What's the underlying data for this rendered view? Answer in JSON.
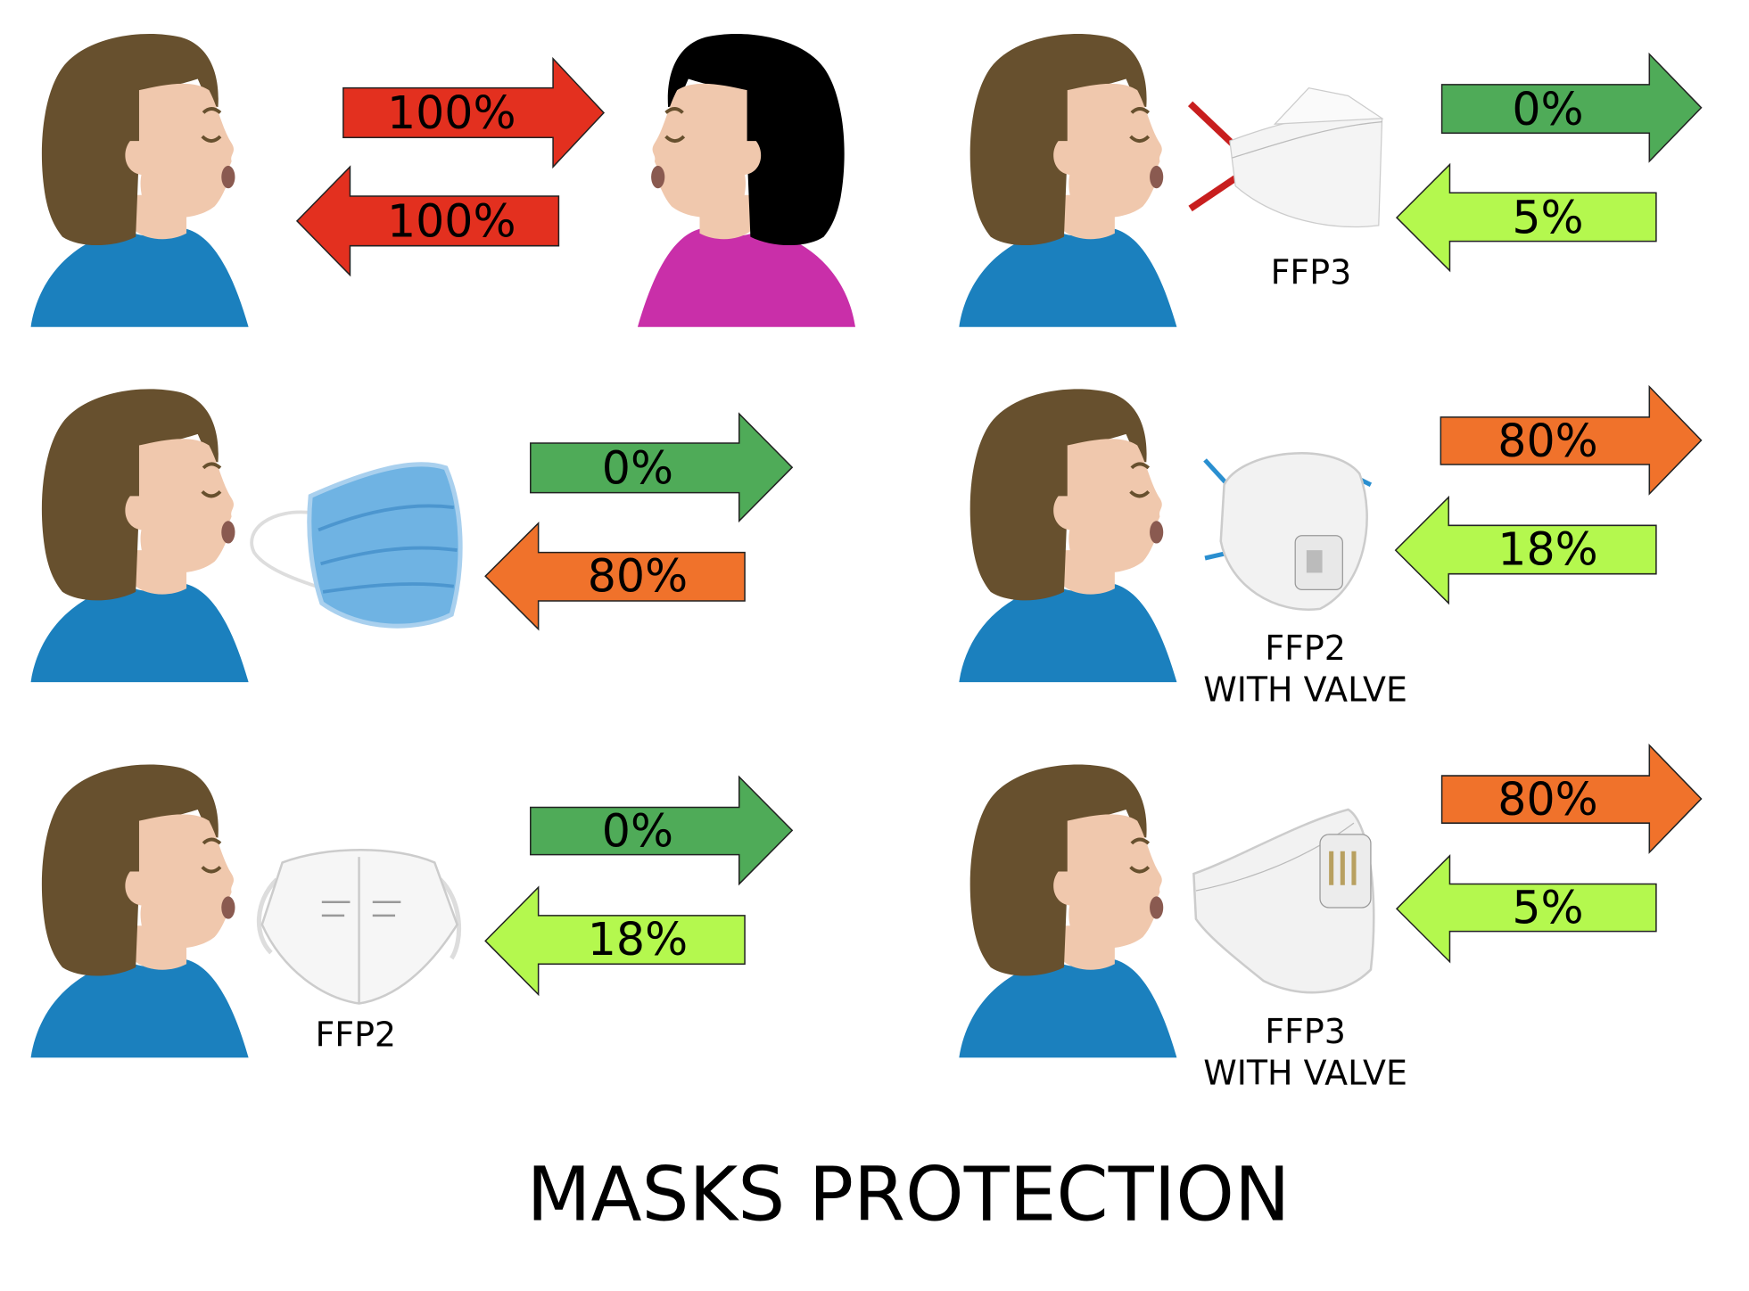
{
  "title": "MASKS PROTECTION",
  "colors": {
    "red": "#e3301f",
    "green": "#4fab58",
    "lime": "#b4f84e",
    "orange": "#f0722b",
    "hair": "#67502e",
    "skin": "#f0c8ad",
    "shirt_blue": "#1b80be",
    "shirt_magenta": "#c92fa9"
  },
  "panels": [
    {
      "mask": "",
      "outgoing": "100%",
      "incoming": "100%"
    },
    {
      "mask": "FFP3",
      "outgoing": "0%",
      "incoming": "5%"
    },
    {
      "mask": "",
      "outgoing": "0%",
      "incoming": "80%"
    },
    {
      "mask_line1": "FFP2",
      "mask_line2": "WITH VALVE",
      "outgoing": "80%",
      "incoming": "18%"
    },
    {
      "mask": "FFP2",
      "outgoing": "0%",
      "incoming": "18%"
    },
    {
      "mask_line1": "FFP3",
      "mask_line2": "WITH VALVE",
      "outgoing": "80%",
      "incoming": "5%"
    }
  ]
}
